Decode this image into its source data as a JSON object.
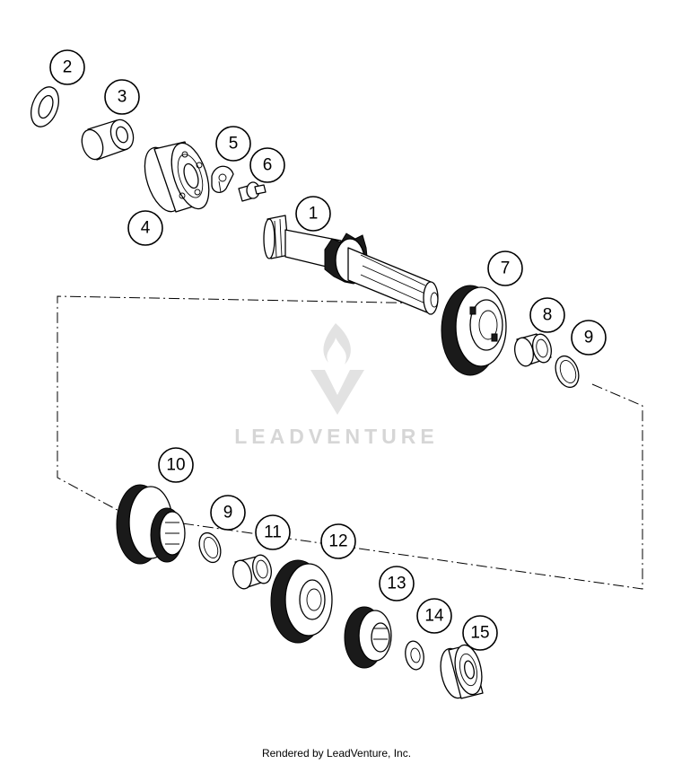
{
  "watermark": {
    "brand": "LEADVENTURE",
    "logo_icon": "flame-v-logo-icon"
  },
  "callouts": [
    {
      "id": "callout-1",
      "number": "1"
    },
    {
      "id": "callout-2",
      "number": "2"
    },
    {
      "id": "callout-3",
      "number": "3"
    },
    {
      "id": "callout-4",
      "number": "4"
    },
    {
      "id": "callout-5",
      "number": "5"
    },
    {
      "id": "callout-6",
      "number": "6"
    },
    {
      "id": "callout-7",
      "number": "7"
    },
    {
      "id": "callout-8",
      "number": "8"
    },
    {
      "id": "callout-9a",
      "number": "9"
    },
    {
      "id": "callout-10",
      "number": "10"
    },
    {
      "id": "callout-9b",
      "number": "9"
    },
    {
      "id": "callout-11",
      "number": "11"
    },
    {
      "id": "callout-12",
      "number": "12"
    },
    {
      "id": "callout-13",
      "number": "13"
    },
    {
      "id": "callout-14",
      "number": "14"
    },
    {
      "id": "callout-15",
      "number": "15"
    }
  ],
  "footer": {
    "credit": "Rendered by LeadVenture, Inc."
  }
}
